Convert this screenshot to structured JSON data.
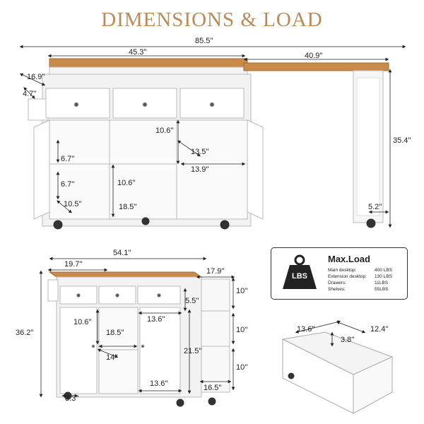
{
  "header": {
    "title": "DIMENSIONS & LOAD"
  },
  "top_view": {
    "total_width": "85.5''",
    "main_width": "45.3''",
    "extension_width": "40.9''",
    "depth": "16.9''",
    "side_depth": "4.7''",
    "height": "35.4''",
    "ext_leg": "5.2''",
    "drawer_h": "10.6''",
    "shelf_depth": "13.5''",
    "shelf_depth2": "13.9''",
    "inner_h": "10.6''",
    "inner_w": "18.5''",
    "left_shelf1": "6.7''",
    "left_shelf2": "6.7''",
    "left_bottom": "10.5''"
  },
  "bottom_view": {
    "width": "54.1''",
    "depth": "19.7''",
    "side_depth": "17.9''",
    "height": "36.2''",
    "drawer_gap": "5.5''",
    "drawer_w": "13.6''",
    "cab_h": "10.6''",
    "shelf_w": "18.5''",
    "shelf_d": "14''",
    "door_w": "13.6''",
    "rack_h": "21.5''",
    "rack_w": "16.5''",
    "wheel": "3.3''",
    "rack1": "10''",
    "rack2": "10''",
    "rack3": "10''"
  },
  "load": {
    "title": "Max.Load",
    "icon_text": "LBS",
    "rows": [
      {
        "label": "Main desktop:",
        "value": "400 LBS"
      },
      {
        "label": "Extension desktop:",
        "value": "130 LBS"
      },
      {
        "label": "Drawers:",
        "value": "11LBS"
      },
      {
        "label": "Shelves:",
        "value": "55LBS"
      }
    ]
  },
  "drawer": {
    "width": "13.6''",
    "depth": "12.4''",
    "height": "3.8''"
  }
}
